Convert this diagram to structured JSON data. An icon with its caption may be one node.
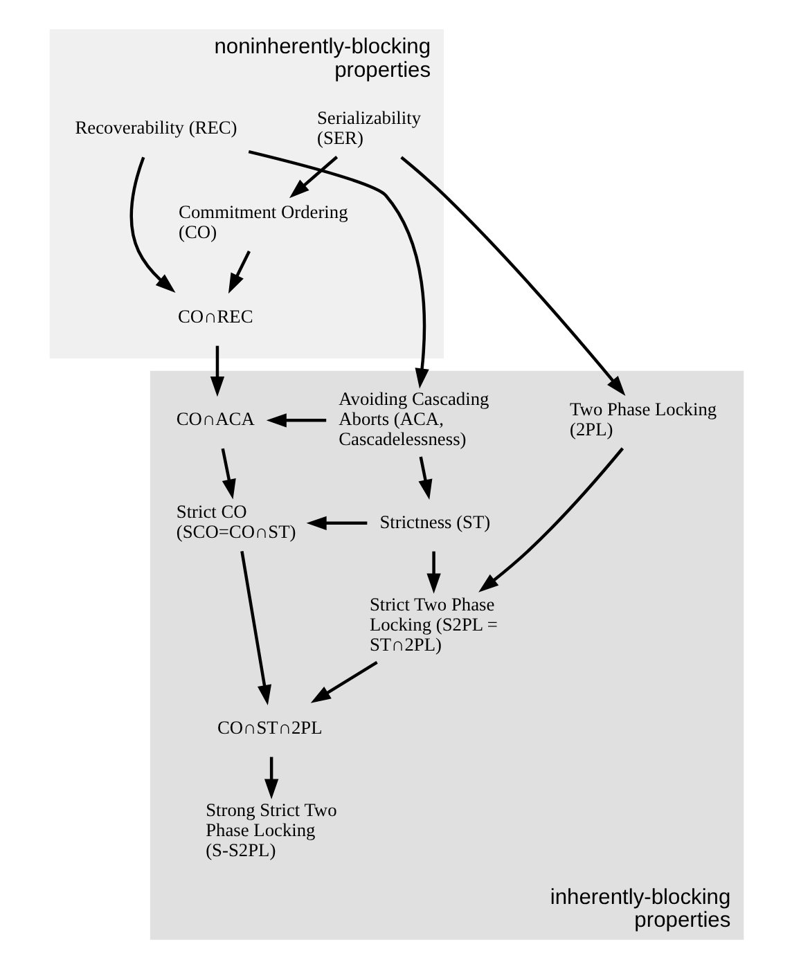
{
  "diagram": {
    "nodes": [
      {
        "text": [
          "noninherently-blocking properties"
        ]
      },
      {
        "text": [
          "Recoverability (REC)"
        ],
        "in": 0
      },
      {
        "text": [
          "Serializability (SER)"
        ],
        "in": 0
      },
      {
        "text": [
          "Commitment Ordering (CO)"
        ],
        "in": 0
      },
      {
        "text": [
          "CO∩REC"
        ],
        "in": 0
      },
      {
        "text": [
          "inherently-blocking properties"
        ]
      },
      {
        "text": [
          "Avoiding Cascading Aborts (ACA, Cascadelessness)"
        ],
        "in": 5
      },
      {
        "text": [
          "CO∩ACA"
        ],
        "in": 5
      },
      {
        "text": [
          "Two Phase Locking (2PL)"
        ],
        "in": 5
      },
      {
        "text": [
          "Strictness (ST)"
        ],
        "in": 5
      },
      {
        "text": [
          "Strict CO (SCO=CO∩ST)"
        ],
        "in": 5
      },
      {
        "text": [
          "Strict Two Phase Locking (S2PL = ST∩2PL)"
        ],
        "in": 5
      },
      {
        "text": [
          "CO∩ST∩2PL"
        ],
        "in": 5
      },
      {
        "text": [
          "Strong Strict Two Phase Locking (S-S2PL)"
        ],
        "in": 5
      }
    ],
    "edges": [
      {
        "from": 1,
        "to": 6,
        "arrow": "to"
      },
      {
        "from": 1,
        "to": 4,
        "arrow": "to"
      },
      {
        "from": 2,
        "to": 3,
        "arrow": "to"
      },
      {
        "from": 3,
        "to": 4,
        "arrow": "to"
      },
      {
        "from": 2,
        "to": 8,
        "arrow": "to"
      },
      {
        "from": 4,
        "to": 7,
        "arrow": "to"
      },
      {
        "from": 6,
        "to": 9,
        "arrow": "to"
      },
      {
        "from": 6,
        "to": 7,
        "arrow": "to"
      },
      {
        "from": 7,
        "to": 10,
        "arrow": "to"
      },
      {
        "from": 9,
        "to": 10,
        "arrow": "to"
      },
      {
        "from": 9,
        "to": 11,
        "arrow": "to"
      },
      {
        "from": 8,
        "to": 11,
        "arrow": "to"
      },
      {
        "from": 10,
        "to": 12,
        "arrow": "to"
      },
      {
        "from": 11,
        "to": 12,
        "arrow": "to"
      },
      {
        "from": 12,
        "to": 13,
        "arrow": "to"
      }
    ]
  }
}
